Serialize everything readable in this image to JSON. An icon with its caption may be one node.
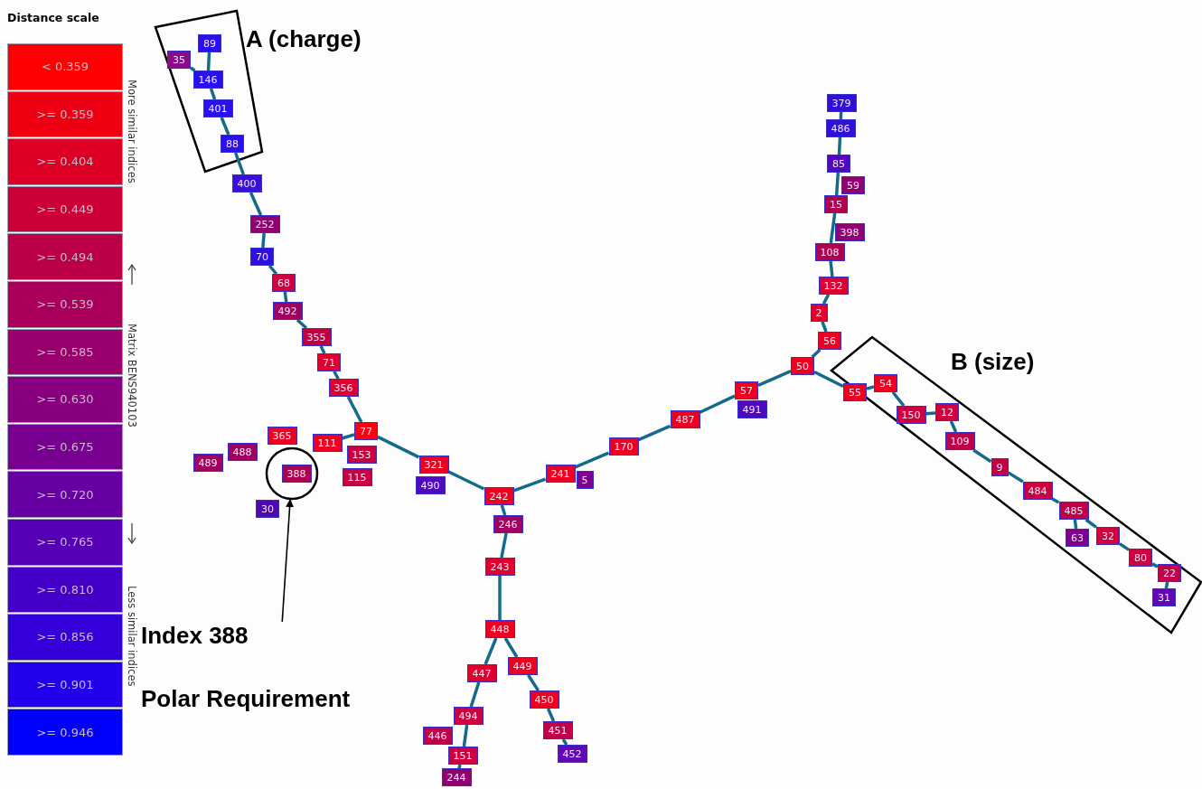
{
  "diagram": {
    "nodes": [
      {
        "text": [
          "A (charge)"
        ]
      },
      {
        "text": [
          "35"
        ],
        "in": 0
      },
      {
        "text": [
          "89"
        ],
        "in": 0
      },
      {
        "text": [
          "146"
        ],
        "in": 0
      },
      {
        "text": [
          "401"
        ],
        "in": 0
      },
      {
        "text": [
          "88"
        ],
        "in": 0
      },
      {
        "text": [
          "400"
        ]
      },
      {
        "text": [
          "252"
        ]
      },
      {
        "text": [
          "70"
        ]
      },
      {
        "text": [
          "68"
        ]
      },
      {
        "text": [
          "492"
        ]
      },
      {
        "text": [
          "355"
        ]
      },
      {
        "text": [
          "71"
        ]
      },
      {
        "text": [
          "356"
        ]
      },
      {
        "text": [
          "77"
        ]
      },
      {
        "text": [
          "111"
        ]
      },
      {
        "text": [
          "365"
        ]
      },
      {
        "text": [
          "488"
        ]
      },
      {
        "text": [
          "489"
        ]
      },
      {
        "text": [],
        "shape": "circle"
      },
      {
        "text": [
          "388"
        ],
        "in": 19
      },
      {
        "text": [
          "30"
        ]
      },
      {
        "text": [
          "153"
        ]
      },
      {
        "text": [
          "115"
        ]
      },
      {
        "text": [
          "321"
        ]
      },
      {
        "text": [
          "490"
        ]
      },
      {
        "text": [
          "242"
        ]
      },
      {
        "text": [
          "246"
        ]
      },
      {
        "text": [
          "241"
        ]
      },
      {
        "text": [
          "5"
        ]
      },
      {
        "text": [
          "170"
        ]
      },
      {
        "text": [
          "487"
        ]
      },
      {
        "text": [
          "57"
        ]
      },
      {
        "text": [
          "491"
        ]
      },
      {
        "text": [
          "50"
        ]
      },
      {
        "text": [
          "56"
        ]
      },
      {
        "text": [
          "2"
        ]
      },
      {
        "text": [
          "132"
        ]
      },
      {
        "text": [
          "108"
        ]
      },
      {
        "text": [
          "398"
        ]
      },
      {
        "text": [
          "15"
        ]
      },
      {
        "text": [
          "59"
        ]
      },
      {
        "text": [
          "85"
        ]
      },
      {
        "text": [
          "486"
        ]
      },
      {
        "text": [
          "379"
        ]
      },
      {
        "text": [
          "B (size)"
        ]
      },
      {
        "text": [
          "55"
        ],
        "in": 45
      },
      {
        "text": [
          "54"
        ],
        "in": 45
      },
      {
        "text": [
          "150"
        ],
        "in": 45
      },
      {
        "text": [
          "12"
        ],
        "in": 45
      },
      {
        "text": [
          "109"
        ],
        "in": 45
      },
      {
        "text": [
          "9"
        ],
        "in": 45
      },
      {
        "text": [
          "484"
        ],
        "in": 45
      },
      {
        "text": [
          "485"
        ],
        "in": 45
      },
      {
        "text": [
          "63"
        ],
        "in": 45
      },
      {
        "text": [
          "32"
        ],
        "in": 45
      },
      {
        "text": [
          "80"
        ],
        "in": 45
      },
      {
        "text": [
          "22"
        ],
        "in": 45
      },
      {
        "text": [
          "31"
        ],
        "in": 45
      },
      {
        "text": [
          "243"
        ]
      },
      {
        "text": [
          "448"
        ]
      },
      {
        "text": [
          "447"
        ]
      },
      {
        "text": [
          "449"
        ]
      },
      {
        "text": [
          "494"
        ]
      },
      {
        "text": [
          "446"
        ]
      },
      {
        "text": [
          "151"
        ]
      },
      {
        "text": [
          "244"
        ]
      },
      {
        "text": [
          "450"
        ]
      },
      {
        "text": [
          "451"
        ]
      },
      {
        "text": [
          "452"
        ]
      },
      {
        "text": [
          "Index 388",
          "Polar Requirement"
        ]
      }
    ],
    "edges": [
      {
        "from": 1,
        "to": 3,
        "arrow": "none"
      },
      {
        "from": 2,
        "to": 3,
        "arrow": "none"
      },
      {
        "from": 3,
        "to": 4,
        "arrow": "none"
      },
      {
        "from": 4,
        "to": 5,
        "arrow": "none"
      },
      {
        "from": 5,
        "to": 6,
        "arrow": "none"
      },
      {
        "from": 6,
        "to": 7,
        "arrow": "none"
      },
      {
        "from": 7,
        "to": 8,
        "arrow": "none"
      },
      {
        "from": 8,
        "to": 9,
        "arrow": "none"
      },
      {
        "from": 9,
        "to": 10,
        "arrow": "none"
      },
      {
        "from": 10,
        "to": 11,
        "arrow": "none"
      },
      {
        "from": 11,
        "to": 12,
        "arrow": "none"
      },
      {
        "from": 12,
        "to": 13,
        "arrow": "none"
      },
      {
        "from": 13,
        "to": 14,
        "arrow": "none"
      },
      {
        "from": 14,
        "to": 15,
        "arrow": "none"
      },
      {
        "from": 14,
        "to": 24,
        "arrow": "none"
      },
      {
        "from": 24,
        "to": 26,
        "arrow": "none"
      },
      {
        "from": 26,
        "to": 27,
        "arrow": "none"
      },
      {
        "from": 27,
        "to": 59,
        "arrow": "none"
      },
      {
        "from": 59,
        "to": 60,
        "arrow": "none"
      },
      {
        "from": 60,
        "to": 61,
        "arrow": "none"
      },
      {
        "from": 60,
        "to": 62,
        "arrow": "none"
      },
      {
        "from": 61,
        "to": 63,
        "arrow": "none"
      },
      {
        "from": 63,
        "to": 65,
        "arrow": "none"
      },
      {
        "from": 65,
        "to": 66,
        "arrow": "none"
      },
      {
        "from": 62,
        "to": 67,
        "arrow": "none"
      },
      {
        "from": 67,
        "to": 68,
        "arrow": "none"
      },
      {
        "from": 68,
        "to": 69,
        "arrow": "none"
      },
      {
        "from": 26,
        "to": 28,
        "arrow": "none"
      },
      {
        "from": 28,
        "to": 30,
        "arrow": "none"
      },
      {
        "from": 30,
        "to": 31,
        "arrow": "none"
      },
      {
        "from": 31,
        "to": 32,
        "arrow": "none"
      },
      {
        "from": 32,
        "to": 34,
        "arrow": "none"
      },
      {
        "from": 34,
        "to": 35,
        "arrow": "none"
      },
      {
        "from": 35,
        "to": 36,
        "arrow": "none"
      },
      {
        "from": 36,
        "to": 37,
        "arrow": "none"
      },
      {
        "from": 37,
        "to": 38,
        "arrow": "none"
      },
      {
        "from": 38,
        "to": 40,
        "arrow": "none"
      },
      {
        "from": 40,
        "to": 42,
        "arrow": "none"
      },
      {
        "from": 42,
        "to": 43,
        "arrow": "none"
      },
      {
        "from": 43,
        "to": 44,
        "arrow": "none"
      },
      {
        "from": 34,
        "to": 46,
        "arrow": "none"
      },
      {
        "from": 46,
        "to": 47,
        "arrow": "none"
      },
      {
        "from": 47,
        "to": 48,
        "arrow": "none"
      },
      {
        "from": 48,
        "to": 49,
        "arrow": "none"
      },
      {
        "from": 49,
        "to": 50,
        "arrow": "none"
      },
      {
        "from": 50,
        "to": 51,
        "arrow": "none"
      },
      {
        "from": 51,
        "to": 52,
        "arrow": "none"
      },
      {
        "from": 52,
        "to": 53,
        "arrow": "none"
      },
      {
        "from": 53,
        "to": 54,
        "arrow": "none"
      },
      {
        "from": 53,
        "to": 55,
        "arrow": "none"
      },
      {
        "from": 55,
        "to": 56,
        "arrow": "none"
      },
      {
        "from": 56,
        "to": 57,
        "arrow": "none"
      },
      {
        "from": 57,
        "to": 58,
        "arrow": "none"
      },
      {
        "from": 70,
        "to": 19,
        "arrow": "to",
        "color": "#000000"
      }
    ],
    "labels": [
      "Distance scale",
      "More similar indices",
      "Matrix BENS940103",
      "Less similar indices"
    ],
    "legend": [
      {
        "text": "< 0.359",
        "color": "#ff0000"
      },
      {
        "text": ">= 0.359",
        "color": "#ee0012"
      },
      {
        "text": ">= 0.404",
        "color": "#dd0024"
      },
      {
        "text": ">= 0.449",
        "color": "#cc0036"
      },
      {
        "text": ">= 0.494",
        "color": "#bb0048"
      },
      {
        "text": ">= 0.539",
        "color": "#aa005b"
      },
      {
        "text": ">= 0.585",
        "color": "#99006d"
      },
      {
        "text": ">= 0.630",
        "color": "#88007f"
      },
      {
        "text": ">= 0.675",
        "color": "#770091"
      },
      {
        "text": ">= 0.720",
        "color": "#6600a3"
      },
      {
        "text": ">= 0.765",
        "color": "#5500b6"
      },
      {
        "text": ">= 0.810",
        "color": "#4400c8"
      },
      {
        "text": ">= 0.856",
        "color": "#3300da"
      },
      {
        "text": ">= 0.901",
        "color": "#2200ec"
      },
      {
        "text": ">= 0.946",
        "color": "#0000ff"
      }
    ]
  }
}
